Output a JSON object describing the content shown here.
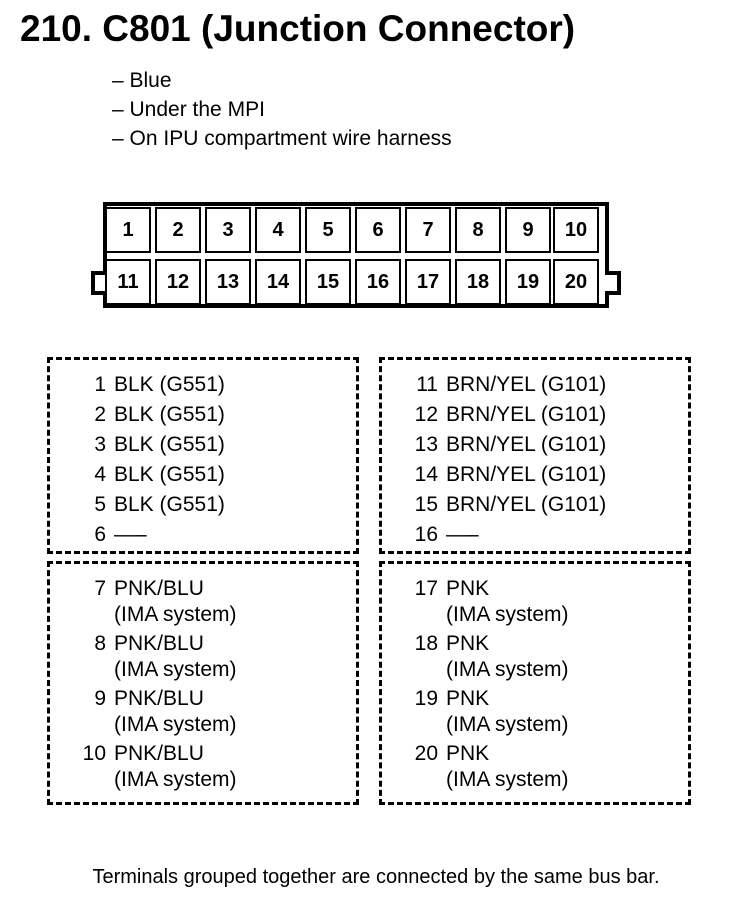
{
  "title": "210.  C801 (Junction Connector)",
  "notes": [
    "– Blue",
    "– Under the MPI",
    "– On IPU compartment wire harness"
  ],
  "connector": {
    "top_row": [
      "1",
      "2",
      "3",
      "4",
      "5",
      "6",
      "7",
      "8",
      "9",
      "10"
    ],
    "bottom_row": [
      "11",
      "12",
      "13",
      "14",
      "15",
      "16",
      "17",
      "18",
      "19",
      "20"
    ]
  },
  "groups": [
    {
      "rows": [
        {
          "num": "1",
          "text": "BLK (G551)"
        },
        {
          "num": "2",
          "text": "BLK (G551)"
        },
        {
          "num": "3",
          "text": "BLK (G551)"
        },
        {
          "num": "4",
          "text": "BLK (G551)"
        },
        {
          "num": "5",
          "text": "BLK (G551)"
        },
        {
          "num": "6",
          "text": "—–"
        }
      ]
    },
    {
      "rows": [
        {
          "num": "11",
          "text": "BRN/YEL (G101)"
        },
        {
          "num": "12",
          "text": "BRN/YEL (G101)"
        },
        {
          "num": "13",
          "text": "BRN/YEL (G101)"
        },
        {
          "num": "14",
          "text": "BRN/YEL (G101)"
        },
        {
          "num": "15",
          "text": "BRN/YEL (G101)"
        },
        {
          "num": "16",
          "text": "—–"
        }
      ]
    },
    {
      "rows": [
        {
          "num": "7",
          "text": "PNK/BLU",
          "sub": "(IMA system)"
        },
        {
          "num": "8",
          "text": "PNK/BLU",
          "sub": "(IMA system)"
        },
        {
          "num": "9",
          "text": "PNK/BLU",
          "sub": "(IMA system)"
        },
        {
          "num": "10",
          "text": "PNK/BLU",
          "sub": "(IMA system)"
        }
      ]
    },
    {
      "rows": [
        {
          "num": "17",
          "text": "PNK",
          "sub": "(IMA system)"
        },
        {
          "num": "18",
          "text": "PNK",
          "sub": "(IMA system)"
        },
        {
          "num": "19",
          "text": "PNK",
          "sub": "(IMA system)"
        },
        {
          "num": "20",
          "text": "PNK",
          "sub": "(IMA system)"
        }
      ]
    }
  ],
  "footer": "Terminals grouped together are connected by the same bus bar."
}
